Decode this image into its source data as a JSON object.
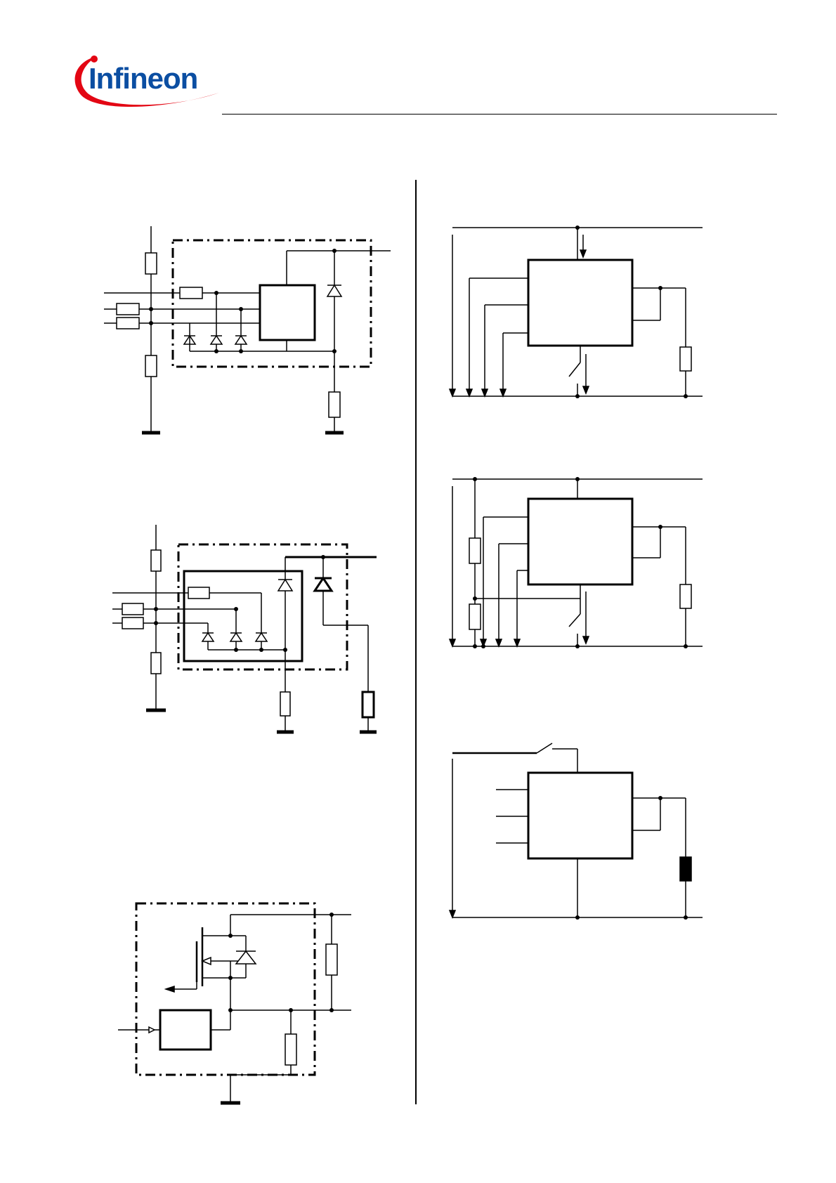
{
  "header": {
    "brand": "Infineon",
    "brand_color": "#0b4ea2",
    "swoosh_color": "#e30613"
  },
  "figures": [
    {
      "id": "esd-input-protection-dual-pull"
    },
    {
      "id": "esd-input-protection-with-freewheel-diode"
    },
    {
      "id": "output-stage-with-clamp"
    },
    {
      "id": "application-ground-referenced"
    },
    {
      "id": "application-with-divider-and-switch"
    },
    {
      "id": "application-inductive-load-switched-supply"
    }
  ]
}
